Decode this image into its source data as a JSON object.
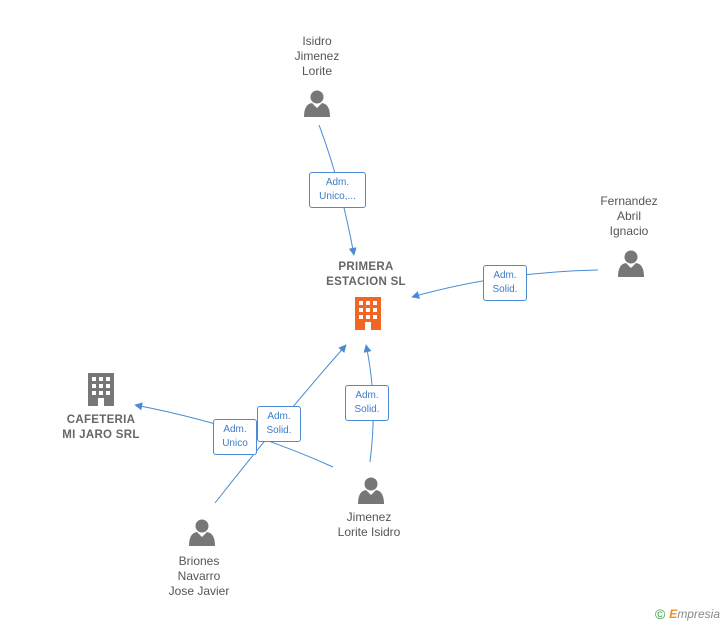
{
  "nodes": {
    "primera": {
      "name": "PRIMERA\nESTACION  SL",
      "kind": "company",
      "color": "#f26522"
    },
    "cafeteria": {
      "name": "CAFETERIA\nMI JARO SRL",
      "kind": "company",
      "color": "#777777"
    },
    "isidro": {
      "name": "Isidro\nJimenez\nLorite",
      "kind": "person"
    },
    "fernandez": {
      "name": "Fernandez\nAbril\nIgnacio",
      "kind": "person"
    },
    "jimenez": {
      "name": "Jimenez\nLorite Isidro",
      "kind": "person"
    },
    "briones": {
      "name": "Briones\nNavarro\nJose Javier",
      "kind": "person"
    }
  },
  "edges": [
    {
      "from": "isidro",
      "to": "primera",
      "label": "Adm.\nUnico,..."
    },
    {
      "from": "fernandez",
      "to": "primera",
      "label": "Adm.\nSolid."
    },
    {
      "from": "jimenez",
      "to": "primera",
      "label": "Adm.\nSolid."
    },
    {
      "from": "briones",
      "to": "primera",
      "label": "Adm.\nSolid."
    },
    {
      "from": "jimenez",
      "to": "cafeteria",
      "label": "Adm.\nUnico"
    }
  ],
  "colors": {
    "edge": "#4a8bd4",
    "person_icon": "#777777",
    "company_main": "#f26522",
    "company_other": "#777777"
  },
  "icons": {
    "person": "person-icon",
    "company": "building-icon"
  },
  "watermark": {
    "symbol": "©",
    "brand_initial": "E",
    "brand_rest": "mpresia"
  }
}
